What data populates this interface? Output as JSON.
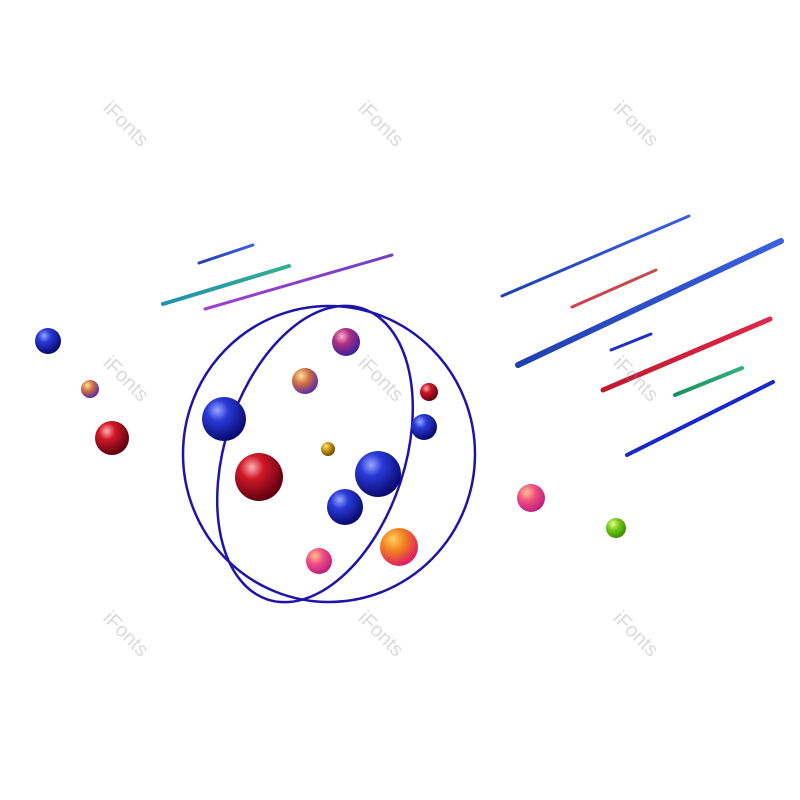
{
  "watermark": {
    "text": "iFonts"
  },
  "colors": {
    "background": "#ffffff",
    "orbit": "#1e14a8"
  },
  "spheres": [
    {
      "name": "sphere-blue",
      "color": "#2020c0"
    },
    {
      "name": "sphere-red",
      "color": "#c01020"
    },
    {
      "name": "sphere-purple",
      "color": "#8030a0"
    },
    {
      "name": "sphere-orange",
      "color": "#e06020"
    },
    {
      "name": "sphere-pink",
      "color": "#e04080"
    },
    {
      "name": "sphere-green",
      "color": "#60c010"
    },
    {
      "name": "sphere-gold",
      "color": "#c09010"
    }
  ],
  "streaks": [
    {
      "name": "streak-blue",
      "color": "#2848c0"
    },
    {
      "name": "streak-teal",
      "color": "#20a0a0"
    },
    {
      "name": "streak-violet",
      "color": "#9040d0"
    },
    {
      "name": "streak-red",
      "color": "#d02040"
    },
    {
      "name": "streak-green",
      "color": "#20a070"
    }
  ]
}
